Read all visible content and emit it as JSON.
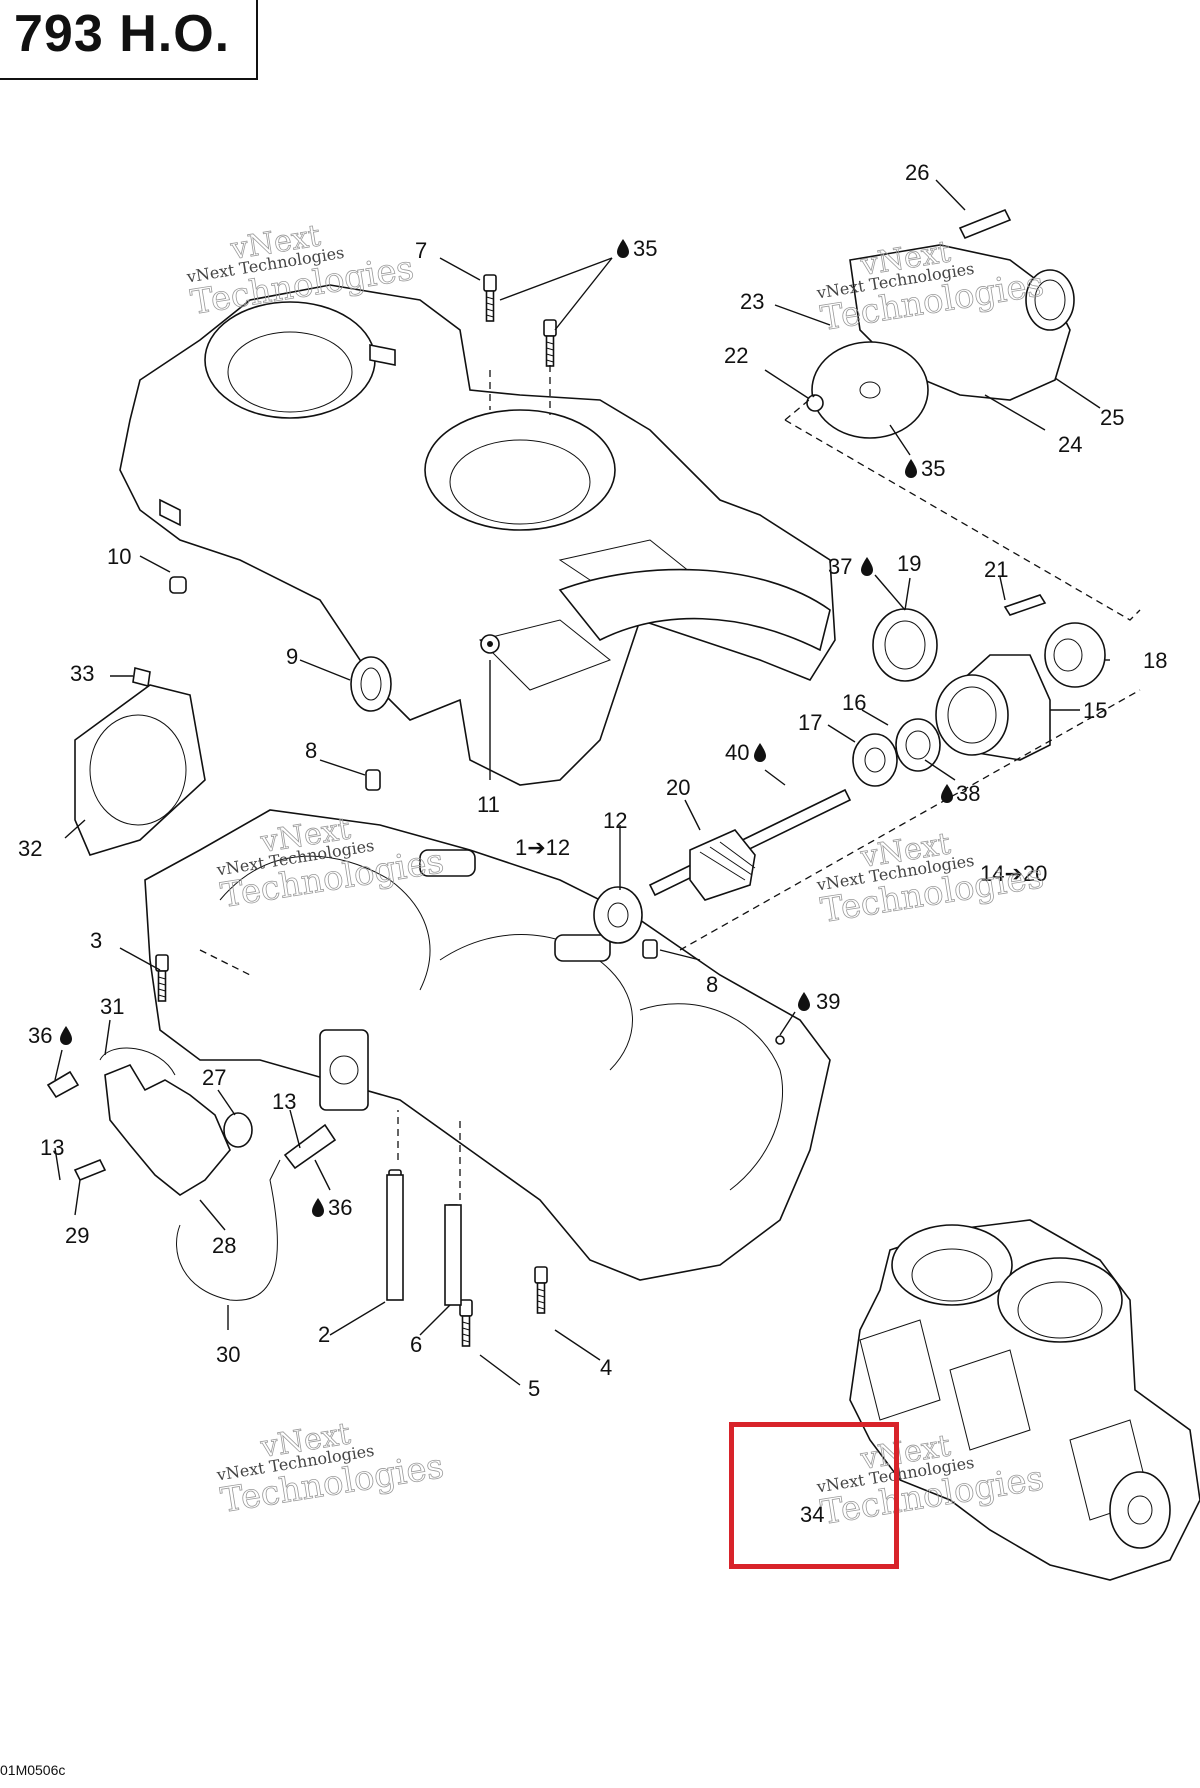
{
  "title": "793 H.O.",
  "figure_code": "01M0506c",
  "watermark": {
    "line1": "vNext",
    "line2": "vNext Technologies",
    "line3": "Technologies"
  },
  "highlight_color": "#d8232a",
  "callouts": [
    "26",
    "7",
    "35",
    "23",
    "22",
    "25",
    "24",
    "35",
    "10",
    "37",
    "19",
    "21",
    "18",
    "15",
    "16",
    "17",
    "9",
    "33",
    "8",
    "40",
    "38",
    "20",
    "11",
    "32",
    "1➔12",
    "12",
    "14➔20",
    "3",
    "8",
    "39",
    "36",
    "31",
    "27",
    "13",
    "13",
    "36",
    "29",
    "28",
    "30",
    "2",
    "6",
    "5",
    "4",
    "34"
  ]
}
